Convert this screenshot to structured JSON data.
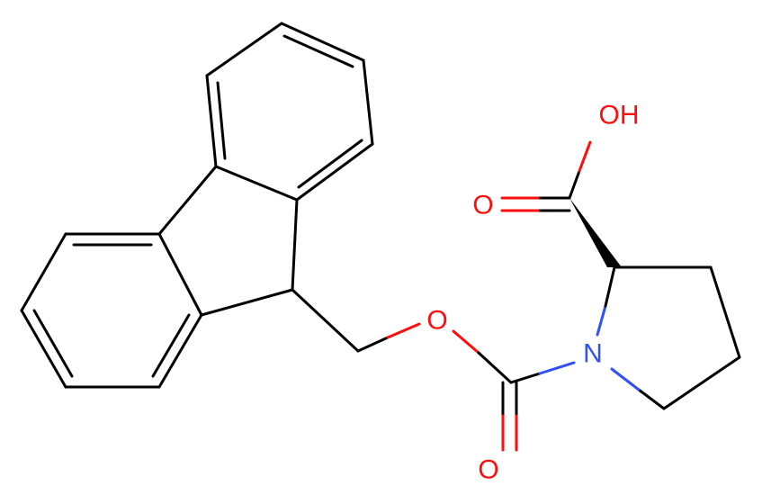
{
  "molecule": {
    "atoms": [
      {
        "id": "oh",
        "label": "OH",
        "color": "#ff0d0d"
      },
      {
        "id": "o_carboxyl",
        "label": "O",
        "color": "#ff0d0d"
      },
      {
        "id": "o_ester",
        "label": "O",
        "color": "#ff0d0d"
      },
      {
        "id": "o_carbonyl",
        "label": "O",
        "color": "#ff0d0d"
      },
      {
        "id": "n_ring",
        "label": "N",
        "color": "#3050f8"
      }
    ]
  }
}
